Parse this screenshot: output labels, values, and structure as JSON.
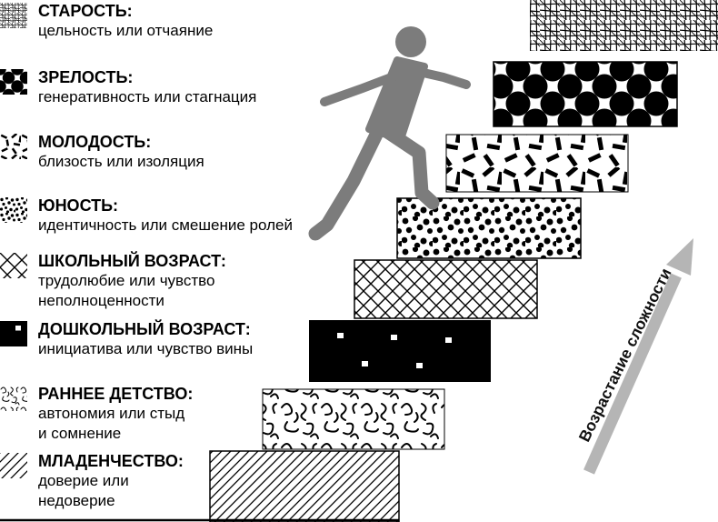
{
  "diagram": {
    "arrow_label": "Возрастание сложности",
    "stages": [
      {
        "name": "СТАРОСТЬ:",
        "desc": "цельность или отчаяние",
        "pattern": "sketch-crosshatch"
      },
      {
        "name": "ЗРЕЛОСТЬ:",
        "desc": "генеративность или стагнация",
        "pattern": "large-black-dots"
      },
      {
        "name": "МОЛОДОСТЬ:",
        "desc": "близость или изоляция",
        "pattern": "scattered-dashes"
      },
      {
        "name": "ЮНОСТЬ:",
        "desc": "идентичность или смешение ролей",
        "pattern": "small-dots"
      },
      {
        "name": "ШКОЛЬНЫЙ ВОЗРАСТ:",
        "desc": "трудолюбие или чувство\nнеполноценности",
        "pattern": "diamond-lattice"
      },
      {
        "name": "ДОШКОЛЬНЫЙ ВОЗРАСТ:",
        "desc": "инициатива или чувство вины",
        "pattern": "solid-black-with-white-squares"
      },
      {
        "name": "РАННЕЕ ДЕТСТВО:",
        "desc": "автономия или стыд\nи сомнение",
        "pattern": "scribbles"
      },
      {
        "name": "МЛАДЕНЧЕСТВО:",
        "desc": "доверие или\nнедоверие",
        "pattern": "diagonal-hatch"
      }
    ],
    "colors": {
      "figure": "#7c7c7c",
      "arrow": "#b5b5b5",
      "ink": "#000000",
      "background": "#ffffff"
    }
  }
}
